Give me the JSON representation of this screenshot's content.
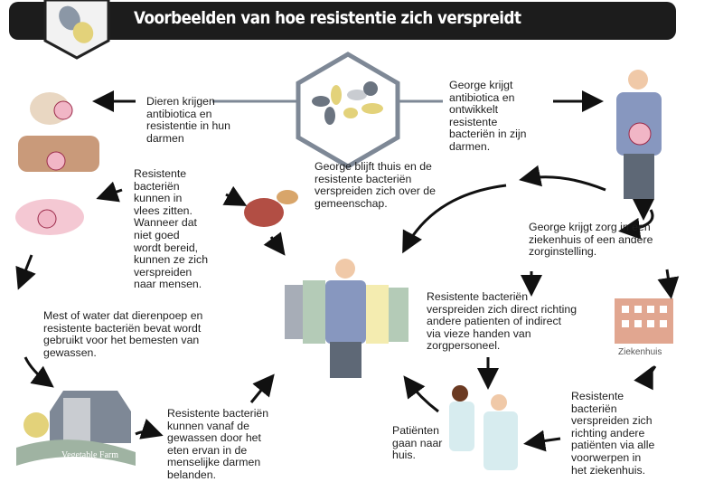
{
  "title": "Voorbeelden van hoe resistentie zich verspreidt",
  "texts": {
    "animals": "Dieren krijgen\nantibiotica en\nresistentie in hun\ndarmen",
    "george_antibiotics": "George krijgt\nantibiotica en\nontwikkelt\nresistente\nbacteriën in zijn\ndarmen.",
    "george_home": "George blijft thuis en de\nresistente bacteriën\nverspreiden zich over de\ngemeenschap.",
    "meat": "Resistente\nbacteriën\nkunnen in\nvlees zitten.\nWanneer dat\nniet goed\nwordt bereid,\nkunnen ze zich\nverspreiden\nnaar mensen.",
    "george_hospital": "George krijgt zorg in een\nziekenhuis of een andere\nzorginstelling.",
    "manure": "Mest of water dat dierenpoep en\nresistente bacteriën bevat wordt\ngebruikt voor het bemesten van\ngewassen.",
    "direct_spread": "Resistente bacteriën\nverspreiden zich direct richting\nandere patienten of indirect\nvia vieze handen van\nzorgpersoneel.",
    "hospital_label": "Ziekenhuis",
    "crops": "Resistente bacteriën\nkunnen vanaf de\ngewassen door het\neten ervan in de\nmenselijke darmen\nbelanden.",
    "patients_home": "Patiënten\ngaan naar\nhuis.",
    "objects_spread": "Resistente\nbacteriën\nverspreiden zich\nrichting andere\npatiënten via alle\nvoorwerpen in\nhet ziekenhuis."
  },
  "logo_text": "Vegetable Farm",
  "colors": {
    "banner": "#1c1c1c",
    "accent_yellow": "#e3d27a",
    "gray": "#8b97a6",
    "pink": "#f1b6c6"
  }
}
